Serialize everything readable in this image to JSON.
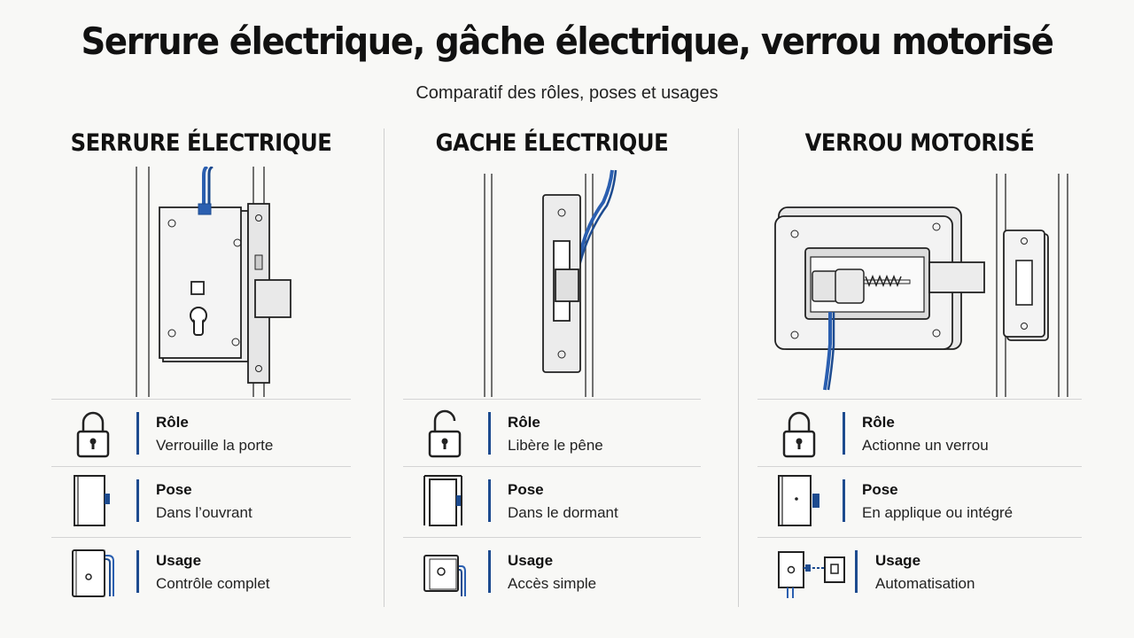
{
  "title": "Serrure électrique, gâche électrique, verrou motorisé",
  "subtitle": "Comparatif des rôles, poses et usages",
  "colors": {
    "accent": "#1d4b8f",
    "cable": "#2b5fb0",
    "metal": "#e8e8e8",
    "stroke": "#222222"
  },
  "columns": [
    {
      "title": "SERRURE ÉLECTRIQUE",
      "rows": [
        {
          "label": "Rôle",
          "value": "Verrouille la porte",
          "icon": "padlock-closed-icon"
        },
        {
          "label": "Pose",
          "value": "Dans l’ouvrant",
          "icon": "door-leaf-icon"
        },
        {
          "label": "Usage",
          "value": "Contrôle complet",
          "icon": "lock-box-cable-icon"
        }
      ]
    },
    {
      "title": "GACHE ÉLECTRIQUE",
      "rows": [
        {
          "label": "Rôle",
          "value": "Libère le pêne",
          "icon": "padlock-open-icon"
        },
        {
          "label": "Pose",
          "value": "Dans le dormant",
          "icon": "door-frame-icon"
        },
        {
          "label": "Usage",
          "value": "Accès simple",
          "icon": "strike-cable-icon"
        }
      ]
    },
    {
      "title": "VERROU MOTORISÉ",
      "rows": [
        {
          "label": "Rôle",
          "value": "Actionne un verrou",
          "icon": "padlock-closed-icon"
        },
        {
          "label": "Pose",
          "value": "En applique ou intégré",
          "icon": "surface-mount-icon"
        },
        {
          "label": "Usage",
          "value": "Automatisation",
          "icon": "bolt-link-icon"
        }
      ]
    }
  ]
}
